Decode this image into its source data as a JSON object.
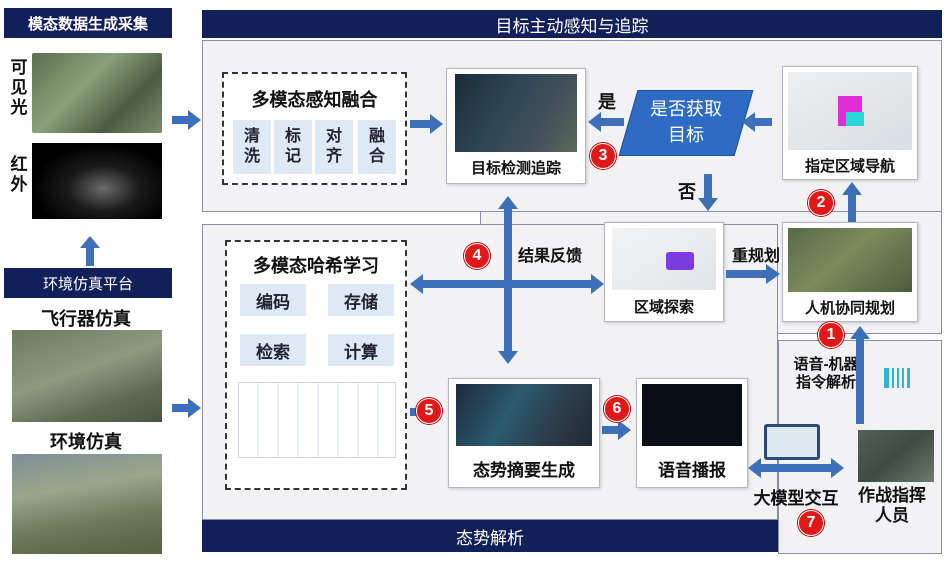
{
  "modal": {
    "title": "模态数据生成采集",
    "visible_label": "可见光",
    "infrared_label": "红外"
  },
  "env": {
    "platform_label": "环境仿真平台",
    "flight_label": "飞行器仿真",
    "env_label": "环境仿真"
  },
  "top": {
    "title": "目标主动感知与追踪",
    "fusion_title": "多模态感知融合",
    "fusion_chips": [
      "清洗",
      "标记",
      "对齐",
      "融合"
    ],
    "detect_label": "目标检测追踪",
    "decision_label": "是否获取目标",
    "yes_label": "是",
    "no_label": "否",
    "nav_label": "指定区域导航",
    "feedback_label": "结果反馈",
    "explore_label": "区域探索",
    "replan_label": "重规划",
    "coplan_label": "人机协同规划"
  },
  "bottom": {
    "title": "态势解析",
    "hash_title": "多模态哈希学习",
    "hash_chips": [
      "编码",
      "存储",
      "检索",
      "计算"
    ],
    "summary_label": "态势摘要生成",
    "voice_label": "语音播报",
    "llm_label": "大模型交互",
    "parse_label": "语音-机器指令解析",
    "commander_label": "作战指挥人员"
  },
  "badges": [
    "1",
    "2",
    "3",
    "4",
    "5",
    "6",
    "7"
  ],
  "colors": {
    "navy": "#12205a",
    "arrow": "#3d70b8",
    "badge": "#e01818",
    "chip": "#dfe9f6"
  }
}
